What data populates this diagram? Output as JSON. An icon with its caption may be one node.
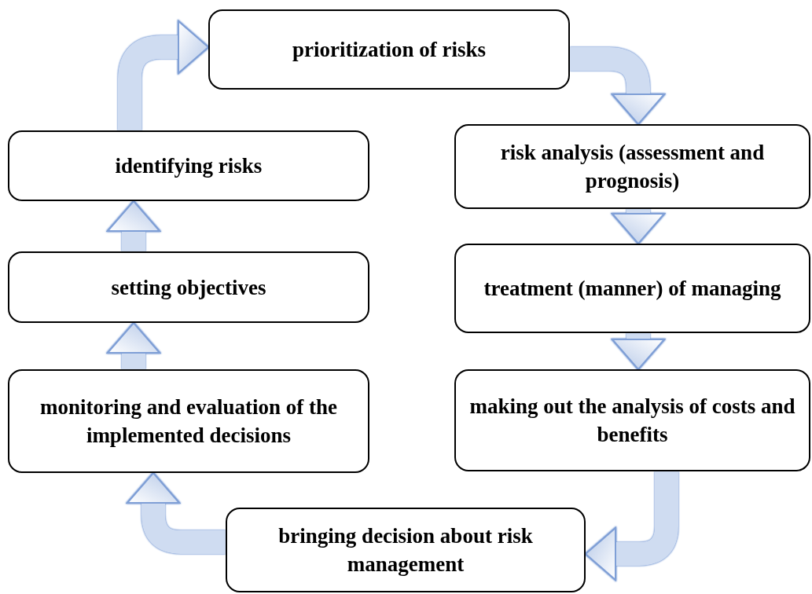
{
  "diagram": {
    "nodes": [
      {
        "text": [
          "prioritization of risks"
        ]
      },
      {
        "text": [
          "risk analysis (assessment and prognosis)"
        ]
      },
      {
        "text": [
          "treatment (manner) of managing"
        ]
      },
      {
        "text": [
          "making out the analysis of costs and benefits"
        ]
      },
      {
        "text": [
          "bringing decision about risk management"
        ]
      },
      {
        "text": [
          "monitoring and evaluation of the implemented decisions"
        ]
      },
      {
        "text": [
          "setting objectives"
        ]
      },
      {
        "text": [
          "identifying risks"
        ]
      }
    ],
    "edges": [
      {
        "from": 0,
        "to": 1,
        "arrow": "to"
      },
      {
        "from": 1,
        "to": 2,
        "arrow": "to"
      },
      {
        "from": 2,
        "to": 3,
        "arrow": "to"
      },
      {
        "from": 3,
        "to": 4,
        "arrow": "to"
      },
      {
        "from": 4,
        "to": 5,
        "arrow": "to"
      },
      {
        "from": 5,
        "to": 6,
        "arrow": "to"
      },
      {
        "from": 6,
        "to": 7,
        "arrow": "to"
      },
      {
        "from": 7,
        "to": 0,
        "arrow": "to"
      }
    ]
  }
}
